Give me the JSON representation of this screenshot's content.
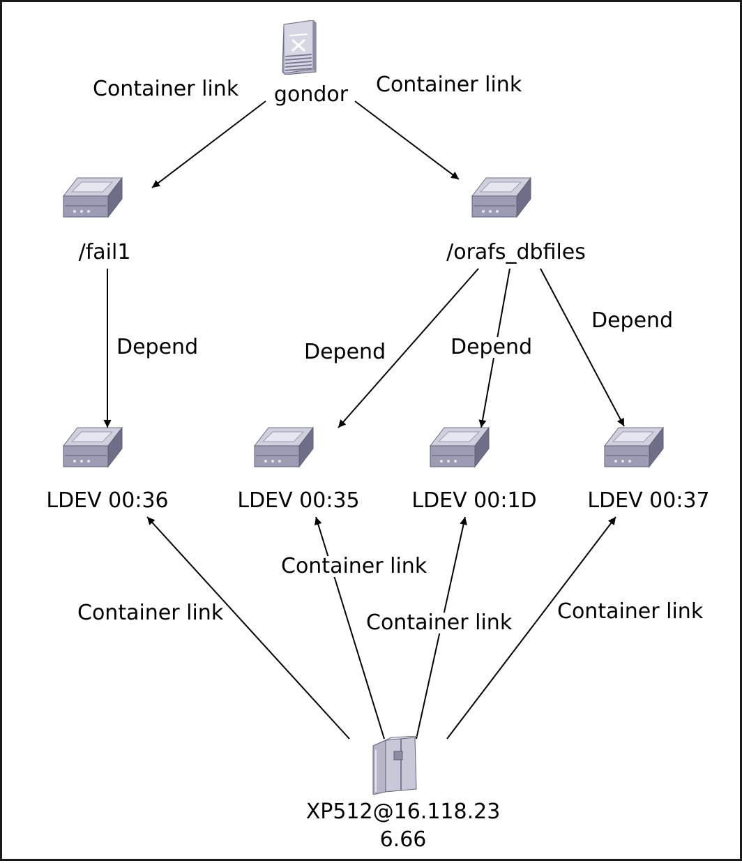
{
  "colors": {
    "edge": "#000000",
    "icon_light": "#d6d6e4",
    "icon_mid": "#9c9cb4",
    "icon_dark": "#5e5e78"
  },
  "nodes": {
    "gondor": {
      "label": "gondor",
      "icon": "server-icon"
    },
    "fail1": {
      "label": "/fail1",
      "icon": "disk-icon"
    },
    "orafs": {
      "label": "/orafs_dbfiles",
      "icon": "disk-icon"
    },
    "ldev36": {
      "label": "LDEV 00:36",
      "icon": "disk-icon"
    },
    "ldev35": {
      "label": "LDEV 00:35",
      "icon": "disk-icon"
    },
    "ldev1d": {
      "label": "LDEV 00:1D",
      "icon": "disk-icon"
    },
    "ldev37": {
      "label": "LDEV 00:37",
      "icon": "disk-icon"
    },
    "xp512": {
      "label_line1": "XP512@16.118.23",
      "label_line2": "6.66",
      "icon": "storage-array-icon"
    }
  },
  "edges": [
    {
      "from": "gondor",
      "to": "fail1",
      "label": "Container link"
    },
    {
      "from": "gondor",
      "to": "orafs",
      "label": "Container link"
    },
    {
      "from": "fail1",
      "to": "ldev36",
      "label": "Depend"
    },
    {
      "from": "orafs",
      "to": "ldev35",
      "label": "Depend"
    },
    {
      "from": "orafs",
      "to": "ldev1d",
      "label": "Depend"
    },
    {
      "from": "orafs",
      "to": "ldev37",
      "label": "Depend"
    },
    {
      "from": "xp512",
      "to": "ldev36",
      "label": "Container link"
    },
    {
      "from": "xp512",
      "to": "ldev35",
      "label": "Container link"
    },
    {
      "from": "xp512",
      "to": "ldev1d",
      "label": "Container link"
    },
    {
      "from": "xp512",
      "to": "ldev37",
      "label": "Container link"
    }
  ]
}
